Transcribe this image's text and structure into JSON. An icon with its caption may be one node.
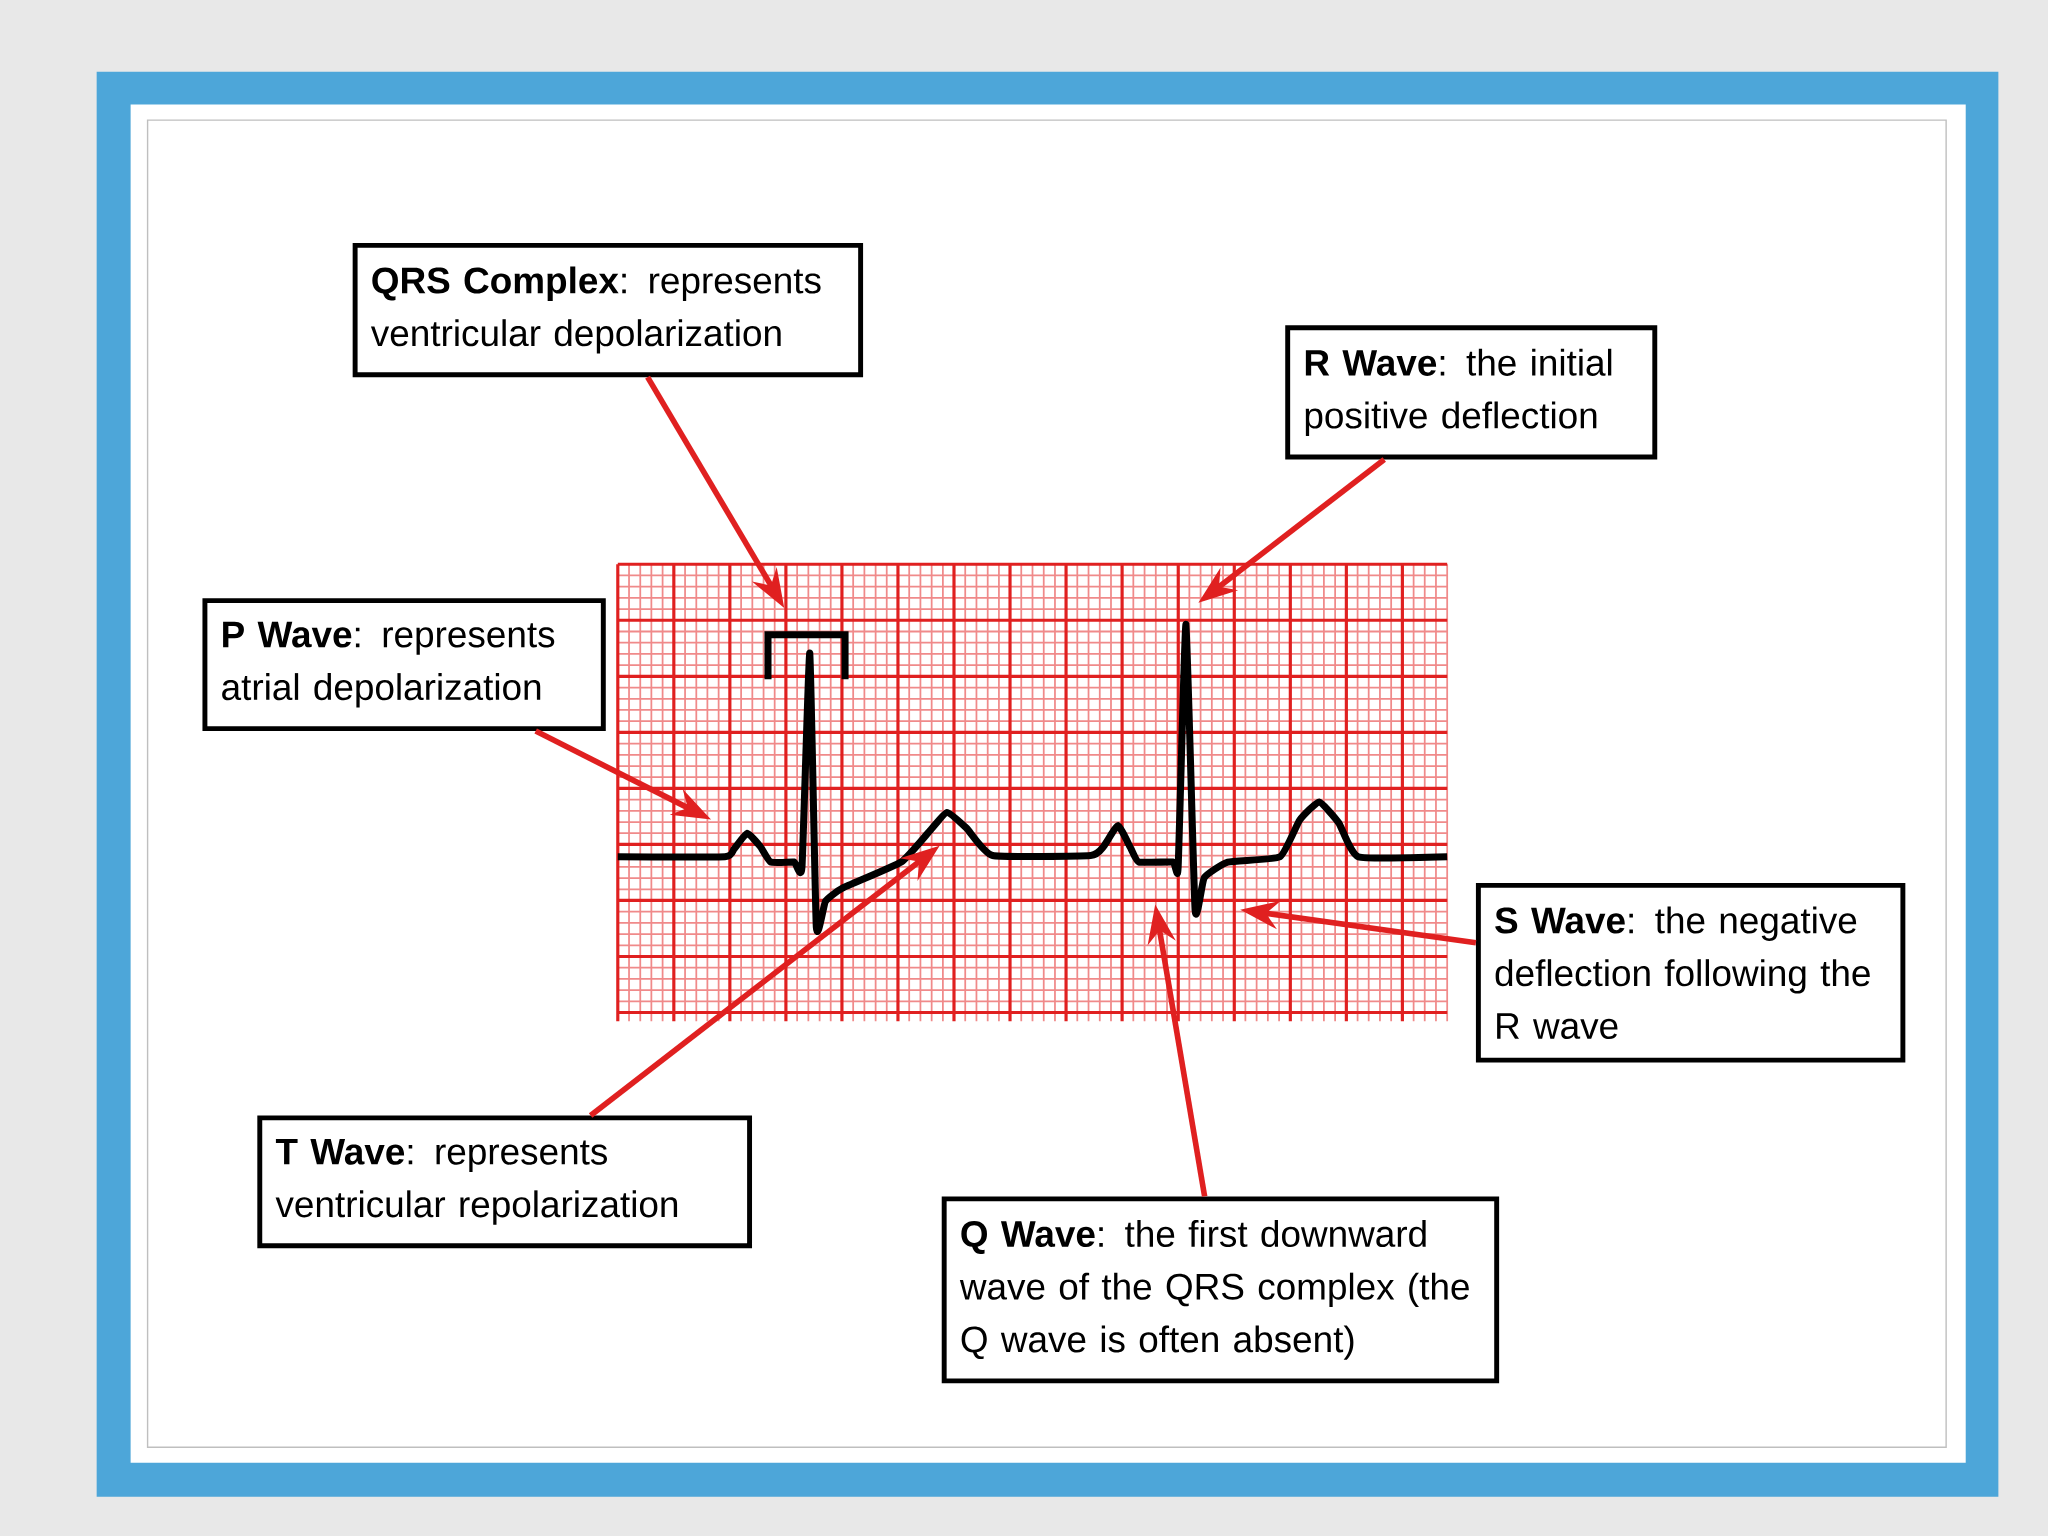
{
  "diagram": {
    "nodes": [
      {
        "text": [
          "**QRS Complex**: represents ventricular depolarization"
        ]
      },
      {
        "text": [
          "**R Wave**: the initial positive deflection"
        ]
      },
      {
        "text": [
          "**P Wave**: represents atrial depolarization"
        ]
      },
      {
        "text": [
          "**S Wave**: the negative deflection following the R wave"
        ]
      },
      {
        "text": [
          "**T Wave**: represents ventricular repolarization"
        ]
      },
      {
        "text": [
          "**Q Wave**: the first downward wave of the QRS complex (the Q wave is often absent)"
        ]
      },
      {
        "text": [],
        "shape": "picture"
      }
    ],
    "edges": [
      {
        "from": 0,
        "to": 6,
        "arrow": "to"
      },
      {
        "from": 1,
        "to": 6,
        "arrow": "to"
      },
      {
        "from": 2,
        "to": 6,
        "arrow": "to"
      },
      {
        "from": 3,
        "to": 6,
        "arrow": "to"
      },
      {
        "from": 4,
        "to": 6,
        "arrow": "to"
      },
      {
        "from": 5,
        "to": 6,
        "arrow": "to"
      }
    ]
  }
}
